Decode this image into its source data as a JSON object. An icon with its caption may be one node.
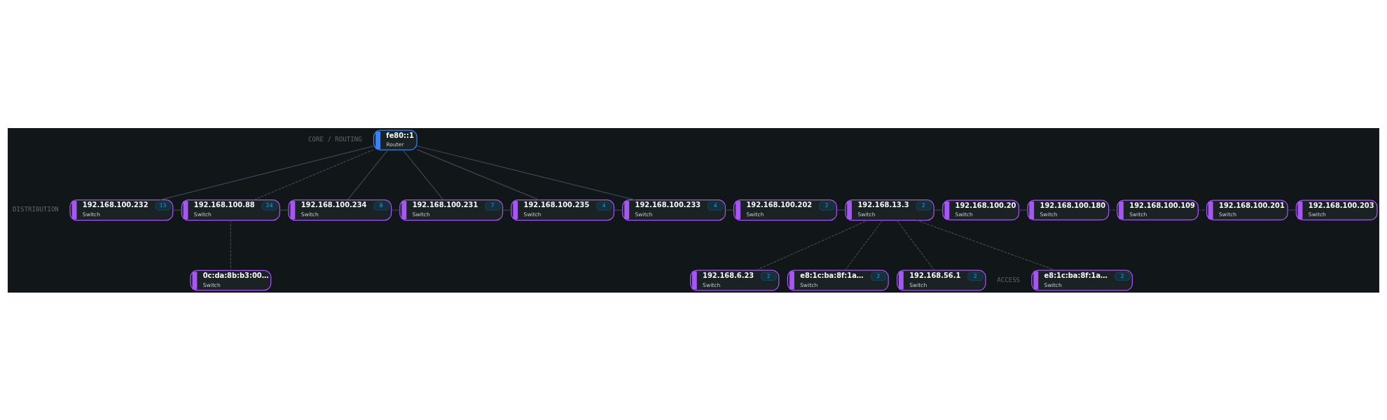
{
  "diagram": {
    "nodes": [
      {
        "text": [
          "fe80::1",
          "Router"
        ]
      },
      {
        "text": [
          "192.168.100.232",
          "Switch",
          "13"
        ]
      },
      {
        "text": [
          "192.168.100.88",
          "Switch",
          "24"
        ]
      },
      {
        "text": [
          "192.168.100.234",
          "Switch",
          "8"
        ]
      },
      {
        "text": [
          "192.168.100.231",
          "Switch",
          "7"
        ]
      },
      {
        "text": [
          "192.168.100.235",
          "Switch",
          "4"
        ]
      },
      {
        "text": [
          "192.168.100.233",
          "Switch",
          "4"
        ]
      },
      {
        "text": [
          "192.168.100.202",
          "Switch",
          "2"
        ]
      },
      {
        "text": [
          "192.168.13.3",
          "Switch",
          "2"
        ]
      },
      {
        "text": [
          "192.168.100.20",
          "Switch"
        ]
      },
      {
        "text": [
          "192.168.100.180",
          "Switch"
        ]
      },
      {
        "text": [
          "192.168.100.109",
          "Switch"
        ]
      },
      {
        "text": [
          "192.168.100.201",
          "Switch"
        ]
      },
      {
        "text": [
          "192.168.100.203",
          "Switch"
        ]
      },
      {
        "text": [
          "e8:1c:ba:8f:1a…",
          "Switch",
          "2"
        ]
      },
      {
        "text": [
          "192.168.6.23",
          "Switch",
          "2"
        ]
      },
      {
        "text": [
          "e8:1c:ba:8f:1a…",
          "Switch",
          "2"
        ]
      },
      {
        "text": [
          "192.168.56.1",
          "Switch",
          "2"
        ]
      },
      {
        "text": [
          "0c:da:8b:b3:00…",
          "Switch"
        ]
      }
    ],
    "edges": [
      {
        "from": 0,
        "to": 1,
        "arrow": "none"
      },
      {
        "from": 0,
        "to": 2,
        "arrow": "none",
        "style": "dashed"
      },
      {
        "from": 0,
        "to": 3,
        "arrow": "none"
      },
      {
        "from": 0,
        "to": 4,
        "arrow": "none"
      },
      {
        "from": 0,
        "to": 5,
        "arrow": "none"
      },
      {
        "from": 0,
        "to": 6,
        "arrow": "none"
      },
      {
        "from": 1,
        "to": 2,
        "arrow": "none"
      },
      {
        "from": 2,
        "to": 3,
        "arrow": "none"
      },
      {
        "from": 3,
        "to": 4,
        "arrow": "none"
      },
      {
        "from": 4,
        "to": 5,
        "arrow": "none"
      },
      {
        "from": 5,
        "to": 6,
        "arrow": "none"
      },
      {
        "from": 6,
        "to": 7,
        "arrow": "none"
      },
      {
        "from": 7,
        "to": 8,
        "arrow": "none"
      },
      {
        "from": 8,
        "to": 9,
        "arrow": "none"
      },
      {
        "from": 9,
        "to": 10,
        "arrow": "none"
      },
      {
        "from": 10,
        "to": 11,
        "arrow": "none",
        "style": "dashed"
      },
      {
        "from": 11,
        "to": 12,
        "arrow": "none",
        "style": "dashed"
      },
      {
        "from": 12,
        "to": 13,
        "arrow": "none"
      },
      {
        "from": 8,
        "to": 14,
        "arrow": "none",
        "style": "dashed"
      },
      {
        "from": 8,
        "to": 15,
        "arrow": "none",
        "style": "dashed"
      },
      {
        "from": 8,
        "to": 16,
        "arrow": "none",
        "style": "dashed"
      },
      {
        "from": 8,
        "to": 17,
        "arrow": "none",
        "style": "dashed"
      },
      {
        "from": 2,
        "to": 18,
        "arrow": "none",
        "style": "dashed"
      }
    ],
    "labels": [
      "CORE / ROUTING",
      "DISTRIBUTION",
      "ACCESS"
    ]
  }
}
